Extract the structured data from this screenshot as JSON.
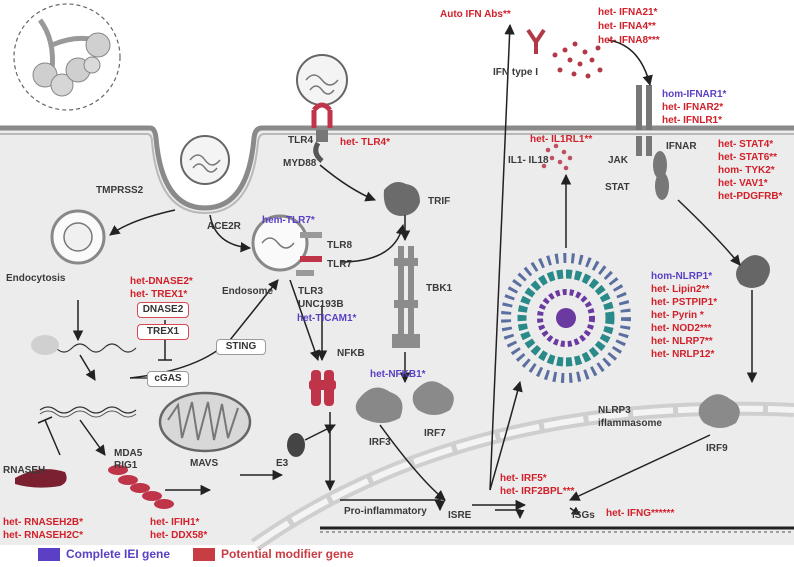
{
  "labels": {
    "tmprss2": "TMPRSS2",
    "ace2r": "ACE2R",
    "endocytosis": "Endocytosis",
    "endosome": "Endosome",
    "tlr4": "TLR4",
    "myd88": "MYD88",
    "trif": "TRIF",
    "tlr8": "TLR8",
    "tlr7": "TLR7",
    "tlr3": "TLR3",
    "unc193b": "UNC193B",
    "tbk1": "TBK1",
    "nfkb": "NFKB",
    "irf3": "IRF3",
    "irf7": "IRF7",
    "sting": "STING",
    "cgas": "cGAS",
    "dnase2": "DNASE2",
    "trex1": "TREX1",
    "rnaseh": "RNASEH",
    "mda5": "MDA5",
    "rig1": "RIG1",
    "mavs": "MAVS",
    "e3": "E3",
    "ifn_type_i": "IFN type I",
    "il1_il18": "IL1- IL18",
    "jak": "JAK",
    "stat": "STAT",
    "ifnar": "IFNAR",
    "nlrp3": "NLRP3",
    "inflammasome": "iflammasome",
    "irf9": "IRF9",
    "pro_inflammatory": "Pro-inflammatory",
    "isre": "ISRE",
    "isgs": "ISGs"
  },
  "genes": {
    "auto_ifn": "Auto IFN Abs**",
    "ifna21": "het- IFNA21*",
    "ifna4": "het- IFNA4**",
    "ifna8": "het- IFNA8***",
    "ifnar1": "hom-IFNAR1*",
    "ifnar2": "het- IFNAR2*",
    "ifnlr1": "het- IFNLR1*",
    "tlr4": "het- TLR4*",
    "il1rl1": "het- IL1RL1**",
    "stat4": "het- STAT4*",
    "stat6": "het- STAT6**",
    "tyk2": "hom- TYK2*",
    "vav1": "het- VAV1*",
    "pdgfrb": "het-PDGFRB*",
    "tlr7": "hem-TLR7*",
    "dnase2": "het-DNASE2*",
    "trex1": "het- TREX1*",
    "ticam1": "het-TICAM1*",
    "nfkb1": "het-NFKB1*",
    "nlrp1": "hom-NLRP1*",
    "lipin2": "het- Lipin2**",
    "pstpip1": "het- PSTPIP1*",
    "pyrin": "het- Pyrin *",
    "nod2": "het- NOD2***",
    "nlrp7": "het- NLRP7**",
    "nrlp12": "het- NRLP12*",
    "irf5": "het- IRF5*",
    "irf2bpl": "het- IRF2BPL***",
    "ifng": "het- IFNG******",
    "ifih1": "het- IFIH1*",
    "ddx58": "het- DDX58*",
    "rnaseh2b": "het- RNASEH2B*",
    "rnaseh2c": "het- RNASEH2C*"
  },
  "legend": {
    "complete": "Complete IEI gene",
    "modifier": "Potential modifier gene"
  },
  "colors": {
    "complete_iei": "#5b3fc4",
    "potential_modifier": "#c83c44",
    "cell_fill": "#ececec",
    "membrane": "#8a8a8a"
  }
}
